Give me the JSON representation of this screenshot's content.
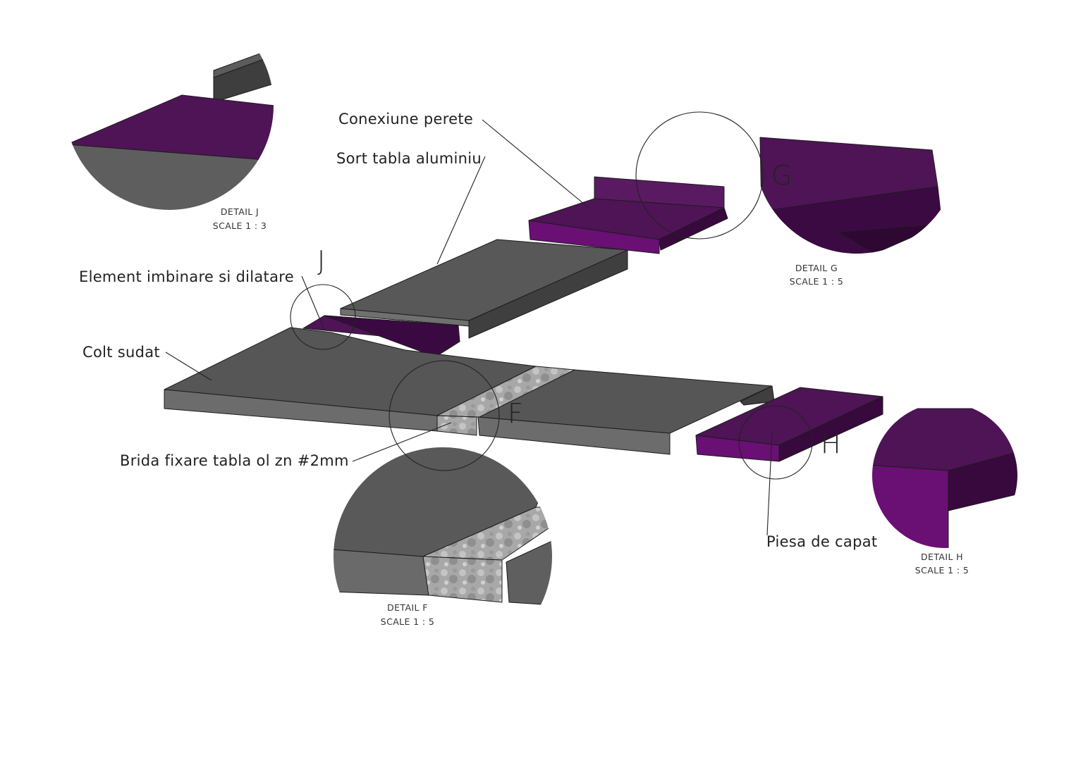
{
  "callouts": {
    "wall_connection": "Conexiune perete",
    "aluminium_flashing": "Sort tabla aluminiu",
    "joint_element": "Element imbinare si dilatare",
    "welded_corner": "Colt sudat",
    "fixing_flange": "Brida fixare tabla ol zn #2mm",
    "end_piece": "Piesa de capat"
  },
  "detail_markers": {
    "f": "F",
    "g": "G",
    "h": "H",
    "j": "J"
  },
  "details": {
    "j": {
      "title": "DETAIL J",
      "scale": "SCALE 1 : 3"
    },
    "g": {
      "title": "DETAIL G",
      "scale": "SCALE 1 : 5"
    },
    "f": {
      "title": "DETAIL F",
      "scale": "SCALE 1 : 5"
    },
    "h": {
      "title": "DETAIL H",
      "scale": "SCALE 1 : 5"
    }
  },
  "colors": {
    "aluminium_top": "#5a5a5a",
    "aluminium_side": "#6c6c6c",
    "aluminium_dark": "#3f3f3f",
    "purple_top": "#4e1456",
    "purple_side": "#6a0f74",
    "purple_dark": "#37093d",
    "galvanized": "#a9a9a9"
  }
}
